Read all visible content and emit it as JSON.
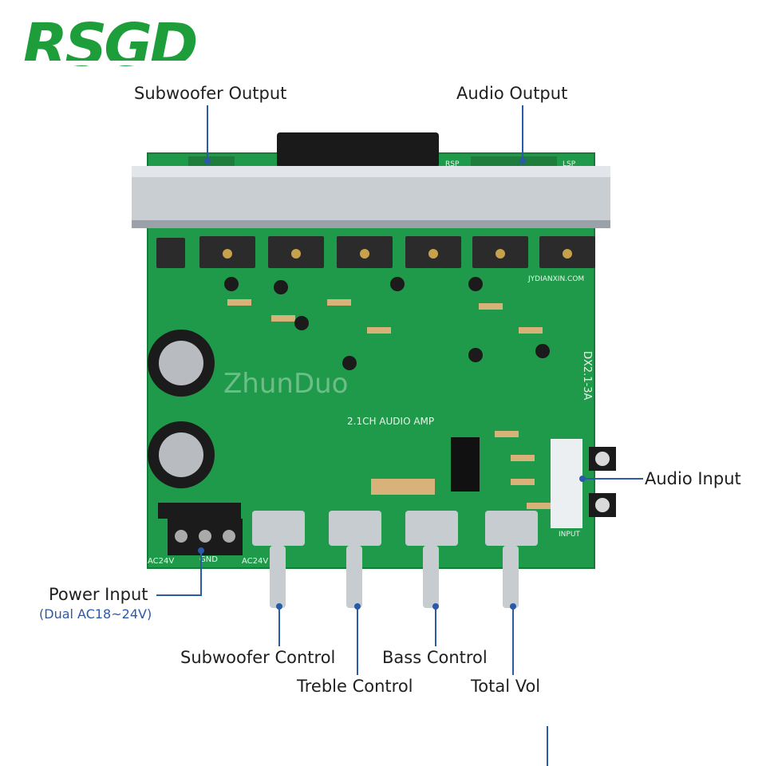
{
  "brand": {
    "logo_text": "RSGD",
    "color": "#1e9e3a"
  },
  "watermark": "ZhunDuo",
  "board_text": {
    "title": "2.1CH AUDIO AMP",
    "model": "DX2.1-3A",
    "site": "JYDIANXIN.COM",
    "ac_left": "AC24V",
    "gnd": "GND",
    "ac_right": "AC24V",
    "input": "INPUT",
    "rsp": "RSP",
    "lsp": "LSP"
  },
  "callouts": {
    "subwoofer_output": "Subwoofer Output",
    "audio_output": "Audio Output",
    "audio_input": "Audio Input",
    "power_input": "Power Input",
    "power_input_sub": "(Dual AC18~24V)",
    "subwoofer_control": "Subwoofer Control",
    "treble_control": "Treble Control",
    "bass_control": "Bass Control",
    "total_vol": "Total Vol"
  },
  "colors": {
    "pcb": "#1f9a4a",
    "line": "#2a5aa8",
    "heatsink": "#c9ced3"
  }
}
